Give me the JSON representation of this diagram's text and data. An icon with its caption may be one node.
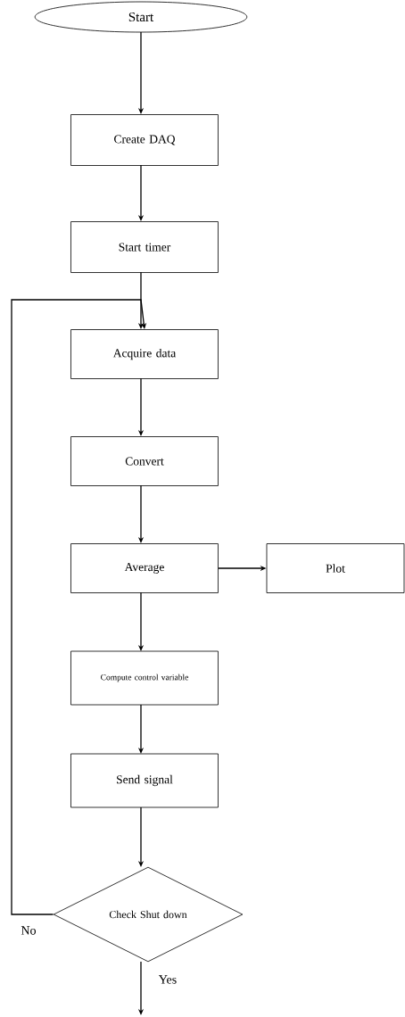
{
  "diagram": {
    "nodes": [
      {
        "text": [
          "Start"
        ]
      },
      {
        "text": [
          "Create DAQ"
        ]
      },
      {
        "text": [
          "Start timer"
        ]
      },
      {
        "text": [
          "Acquire data"
        ]
      },
      {
        "text": [
          "Convert"
        ]
      },
      {
        "text": [
          "Average"
        ]
      },
      {
        "text": [
          "Plot"
        ]
      },
      {
        "text": [
          "Compute control variable"
        ]
      },
      {
        "text": [
          "Send signal"
        ]
      },
      {
        "text": [
          "Check Shut down"
        ]
      }
    ],
    "edges": [
      {
        "from": 0,
        "to": 1,
        "arrow": "to"
      },
      {
        "from": 1,
        "to": 2,
        "arrow": "to"
      },
      {
        "from": 2,
        "to": 3,
        "arrow": "to"
      },
      {
        "from": 3,
        "to": 4,
        "arrow": "to"
      },
      {
        "from": 4,
        "to": 5,
        "arrow": "to"
      },
      {
        "from": 5,
        "to": 6,
        "arrow": "to"
      },
      {
        "from": 5,
        "to": 7,
        "arrow": "to"
      },
      {
        "from": 7,
        "to": 8,
        "arrow": "to"
      },
      {
        "from": 8,
        "to": 9,
        "arrow": "to"
      },
      {
        "from": 9,
        "to": 3,
        "arrow": "to",
        "label": "No"
      },
      {
        "from": 9,
        "to": null,
        "arrow": "to",
        "label": "Yes"
      }
    ]
  }
}
